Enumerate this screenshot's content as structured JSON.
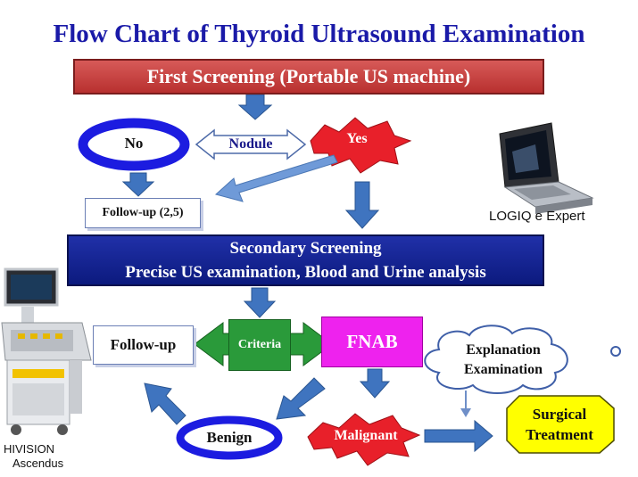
{
  "title": "Flow Chart of Thyroid Ultrasound Examination",
  "nodes": {
    "first_screening": "First Screening (Portable US machine)",
    "no": "No",
    "nodule": "Nodule",
    "yes": "Yes",
    "followup_1": "Follow-up (2,5)",
    "secondary_line1": "Secondary Screening",
    "secondary_line2": "Precise US examination, Blood and Urine analysis",
    "followup_2": "Follow-up",
    "criteria": "Criteria",
    "fnab": "FNAB",
    "explanation_line1": "Explanation",
    "explanation_line2": "Examination",
    "benign": "Benign",
    "malignant": "Malignant",
    "surgical_line1": "Surgical",
    "surgical_line2": "Treatment"
  },
  "devices": {
    "portable": "LOGIQ e Expert",
    "console_line1": "HIVISION",
    "console_line2": "Ascendus"
  },
  "colors": {
    "title": "#1a1aa8",
    "first_screening_fill": "#c2413f",
    "secondary_fill": "#13208a",
    "arrow_blue": "#3f74bf",
    "no_benign_ring": "#1c1ce0",
    "yes_malignant_star": "#e8202a",
    "criteria_fill": "#2a9a3a",
    "fnab_fill": "#ee22ee",
    "surgical_fill": "#ffff00"
  }
}
